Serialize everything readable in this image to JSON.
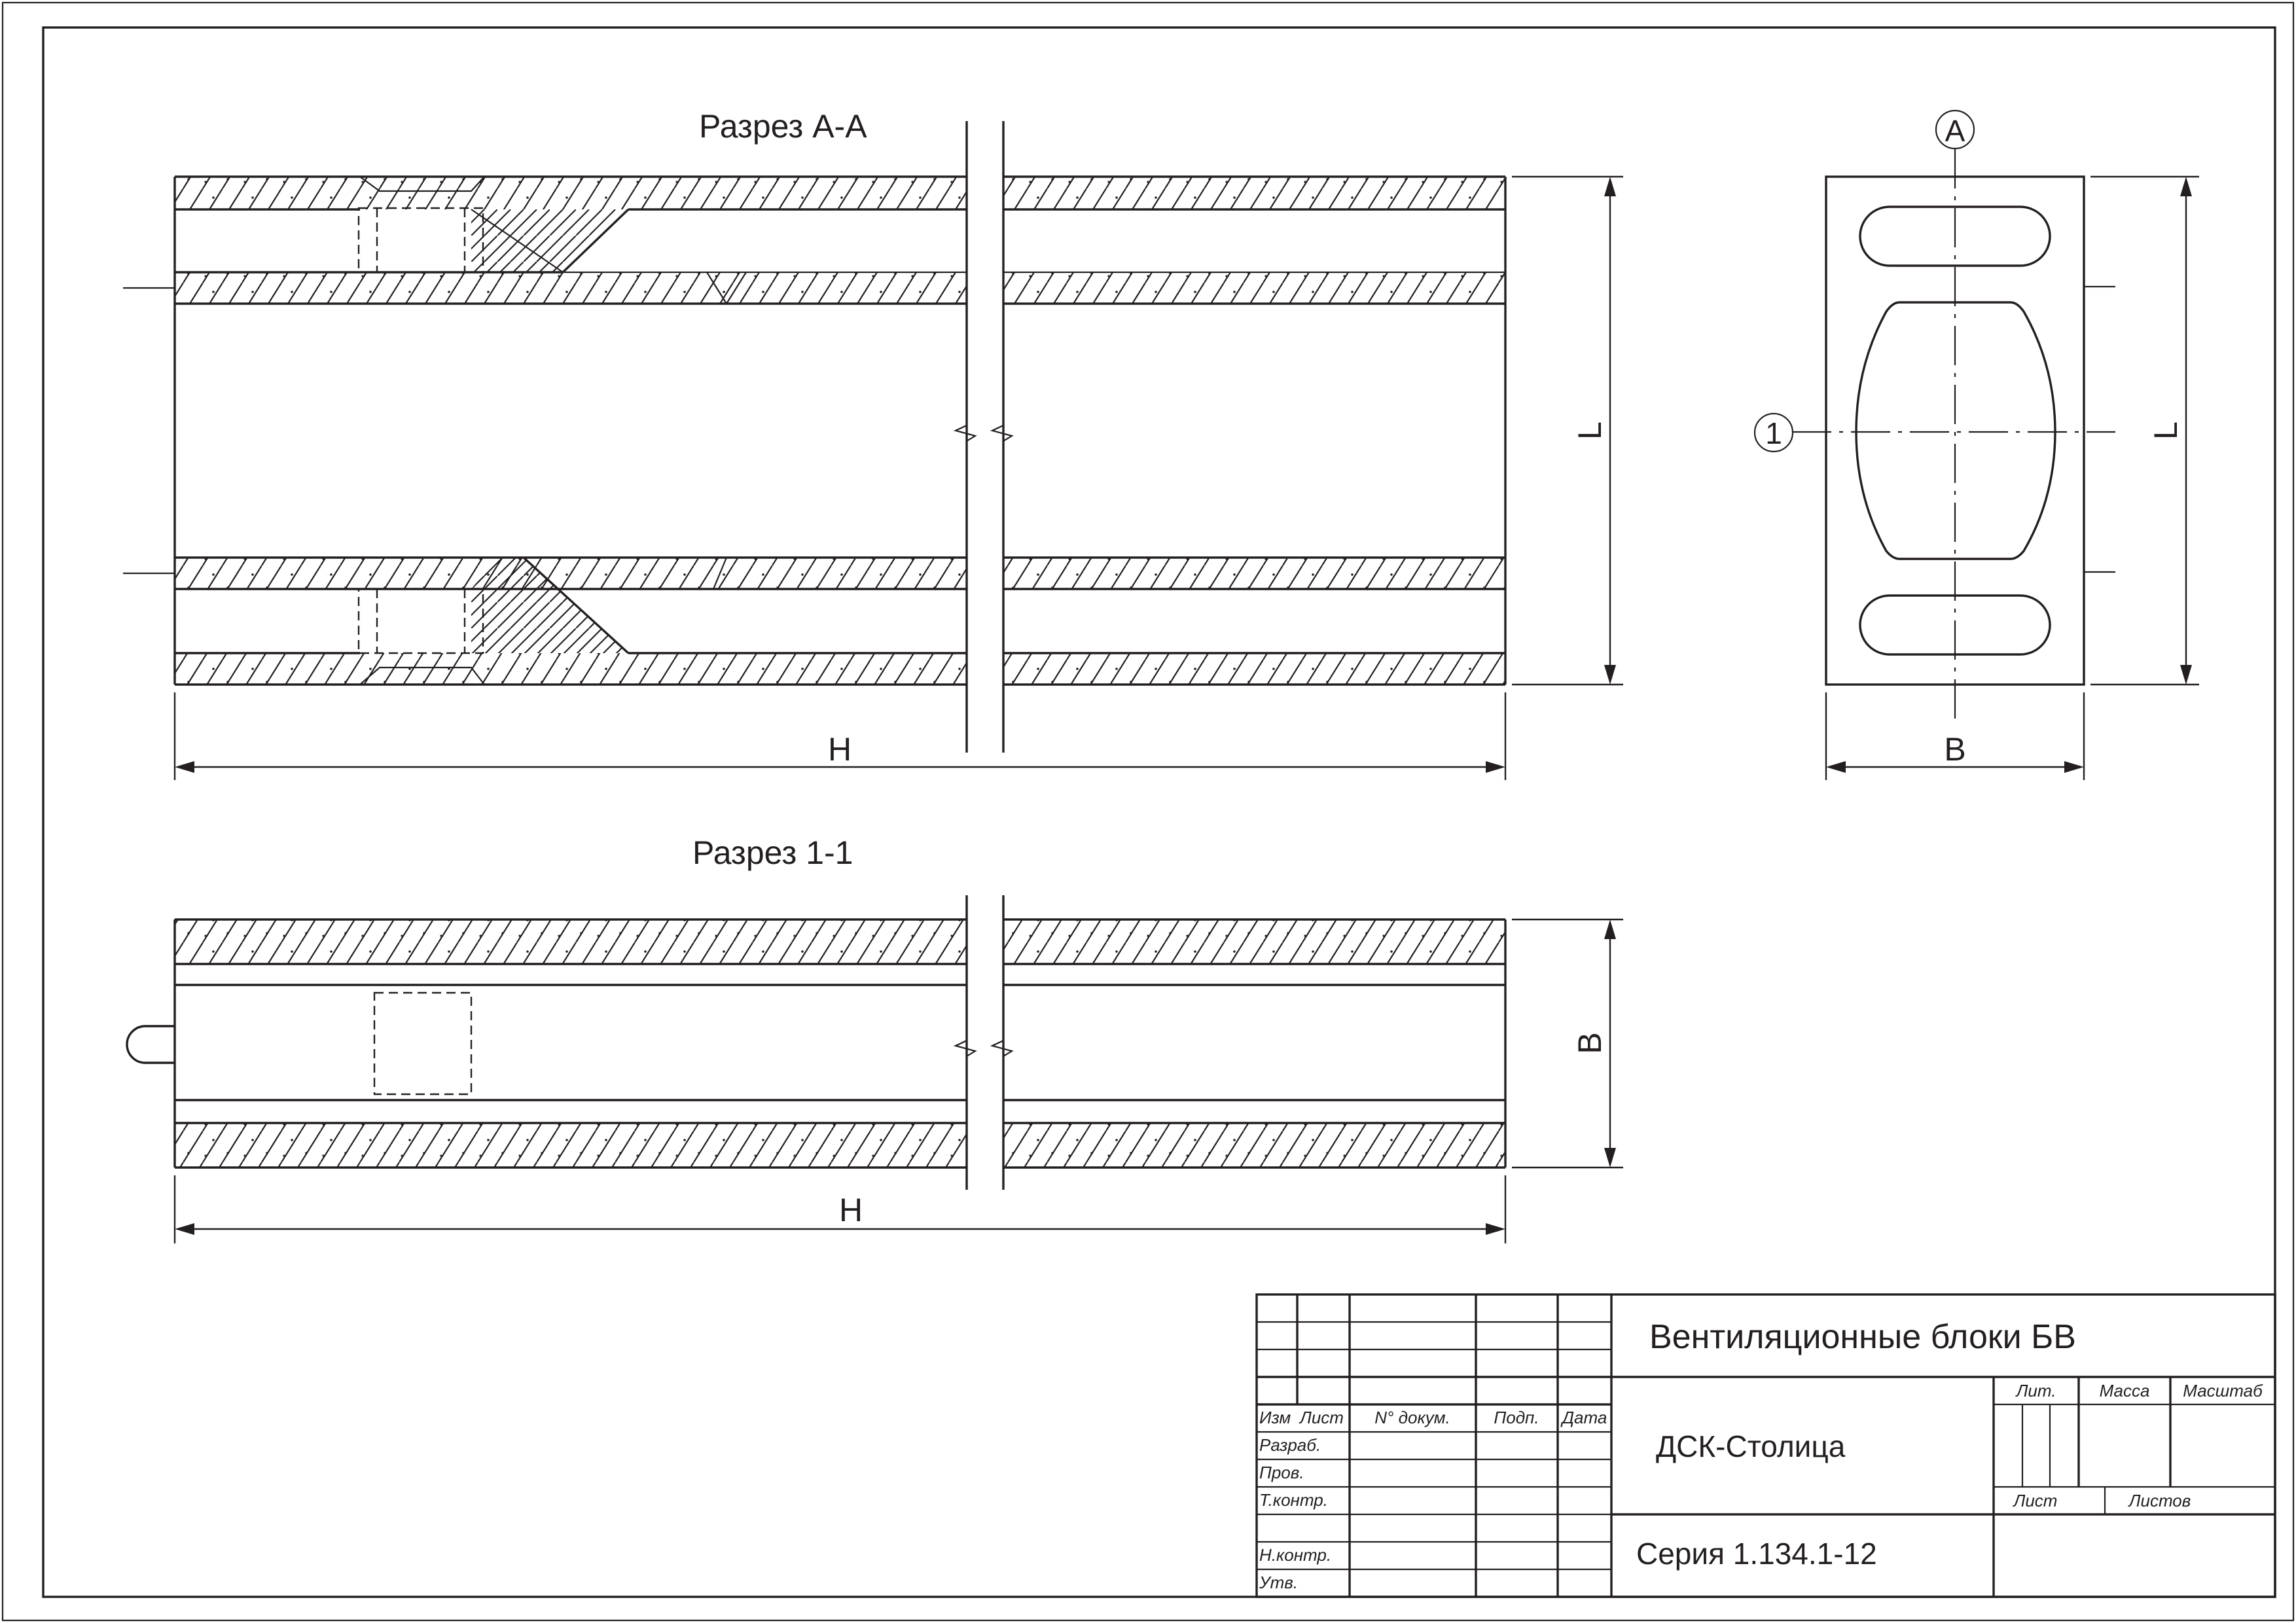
{
  "drawing": {
    "section_aa_title": "Разрез А-А",
    "section_11_title": "Разрез 1-1",
    "dim_h_top": "Н",
    "dim_h_bottom": "Н",
    "dim_l_section": "L",
    "dim_l_plan": "L",
    "dim_b_plan": "В",
    "dim_b_section": "В",
    "axis_a_marker": "А",
    "axis_1_marker": "1"
  },
  "title_block": {
    "title": "Вентиляционные блоки БВ",
    "organization": "ДСК-Столица",
    "series": "Серия 1.134.1-12",
    "col_izm": "Изм",
    "col_list": "Лист",
    "col_doc": "N° докум.",
    "col_sign": "Подп.",
    "col_date": "Дата",
    "role_razrab": "Разраб.",
    "role_prov": "Пров.",
    "role_tkontr": "Т.контр.",
    "role_nkontr": "Н.контр.",
    "role_utv": "Утв.",
    "col_lit": "Лит.",
    "col_massa": "Масса",
    "col_masshtab": "Масштаб",
    "col_sheet": "Лист",
    "col_sheets": "Листов"
  },
  "colors": {
    "line": "#231f20",
    "paper": "#ffffff"
  }
}
